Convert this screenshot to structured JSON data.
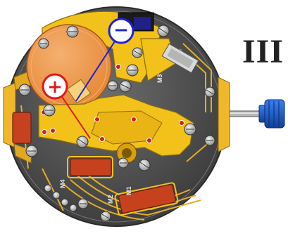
{
  "diagram": {
    "position_label": "III",
    "terminal_labels": {
      "negative": "−",
      "positive": "+"
    },
    "pad_labels": [
      "M1",
      "M2",
      "M3",
      "M4"
    ]
  },
  "colors": {
    "plate": "#5c5c5c",
    "bridge": "#f2c21a",
    "battery": "#ee9742",
    "coil": "#c6421f",
    "crown": "#1d5fd0",
    "positive_marker": "#e0191b",
    "negative_marker": "#2121d6",
    "label": "#222222"
  }
}
